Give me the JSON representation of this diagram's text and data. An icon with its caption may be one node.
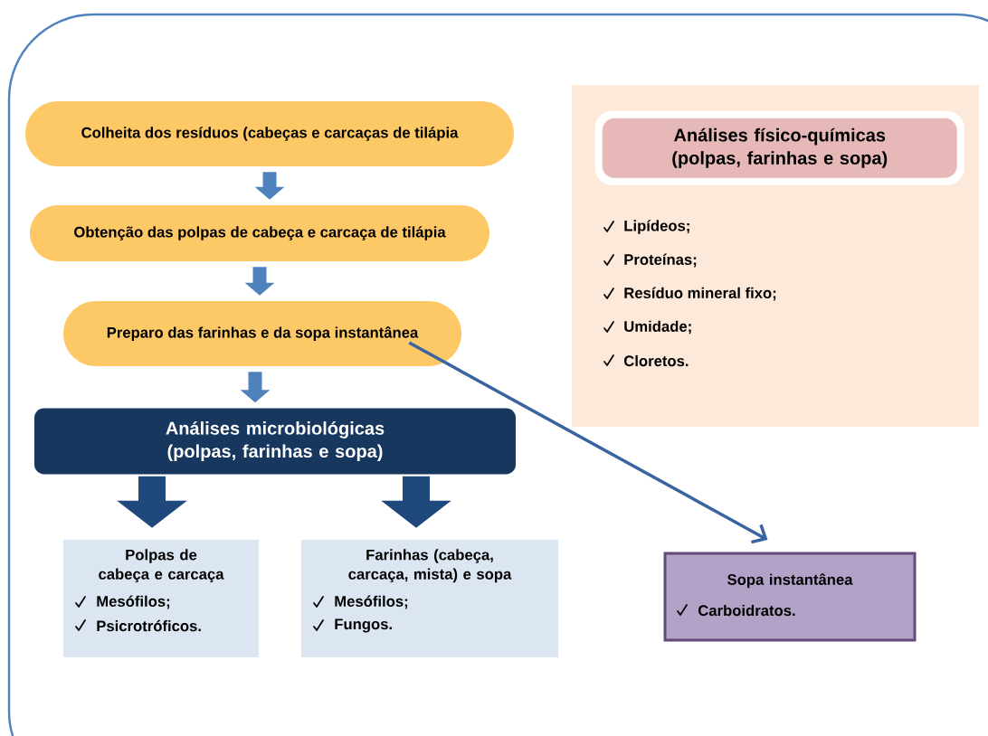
{
  "diagram": {
    "nodes": [
      {
        "text": [
          "Colheita dos resíduos (cabeças e carcaças de tilápia"
        ]
      },
      {
        "text": [
          "Obtenção das polpas de cabeça e carcaça de tilápia"
        ]
      },
      {
        "text": [
          "Preparo das farinhas e da sopa instantânea"
        ]
      },
      {
        "text": [
          "Análises microbiológicas (polpas, farinhas e sopa)"
        ]
      },
      {
        "text": [
          "Polpas de cabeça e carcaça",
          "Mesófilos;",
          "Psicrotróficos."
        ]
      },
      {
        "text": [
          "Farinhas (cabeça, carcaça, mista) e sopa",
          "Mesófilos;",
          "Fungos."
        ]
      },
      {
        "text": [
          "Sopa instantânea",
          "Carboidratos."
        ]
      },
      {
        "text": [
          "Lipídeos;",
          "Proteínas;",
          "Resíduo mineral fixo;",
          "Umidade;",
          "Cloretos."
        ]
      },
      {
        "text": [
          "Análises físico-químicas (polpas, farinhas e sopa)"
        ],
        "in": 7
      }
    ],
    "edges": [
      {
        "from": 0,
        "to": 1,
        "arrow": "to"
      },
      {
        "from": 1,
        "to": 2,
        "arrow": "to"
      },
      {
        "from": 2,
        "to": 3,
        "arrow": "to"
      },
      {
        "from": 3,
        "to": 4,
        "arrow": "to",
        "style": "thick",
        "color": "#1f497d"
      },
      {
        "from": 3,
        "to": 5,
        "arrow": "to",
        "style": "thick",
        "color": "#1f497d"
      },
      {
        "from": 2,
        "to": 6,
        "arrow": "to",
        "color": "#3a64a0"
      }
    ]
  }
}
